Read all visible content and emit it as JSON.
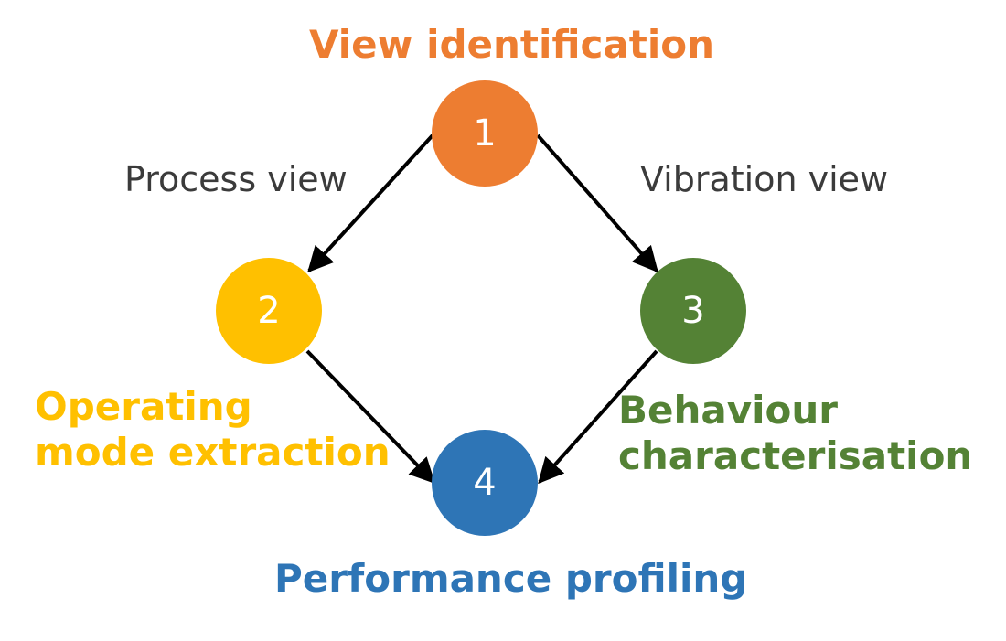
{
  "colors": {
    "orange": "#ED7D31",
    "yellow": "#FFC000",
    "green": "#548235",
    "blue": "#2E75B6",
    "edge_text": "#3B3B3B",
    "arrow": "#000000"
  },
  "nodes": [
    {
      "id": "1",
      "number": "1",
      "color": "#ED7D31",
      "label": [
        "View identification"
      ]
    },
    {
      "id": "2",
      "number": "2",
      "color": "#FFC000",
      "label": [
        "Operating",
        "mode extraction"
      ]
    },
    {
      "id": "3",
      "number": "3",
      "color": "#548235",
      "label": [
        "Behaviour",
        "characterisation"
      ]
    },
    {
      "id": "4",
      "number": "4",
      "color": "#2E75B6",
      "label": [
        "Performance profiling"
      ]
    }
  ],
  "edges": [
    {
      "from": "1",
      "to": "2",
      "label": "Process view"
    },
    {
      "from": "1",
      "to": "3",
      "label": "Vibration view"
    },
    {
      "from": "2",
      "to": "4",
      "label": ""
    },
    {
      "from": "3",
      "to": "4",
      "label": ""
    }
  ]
}
